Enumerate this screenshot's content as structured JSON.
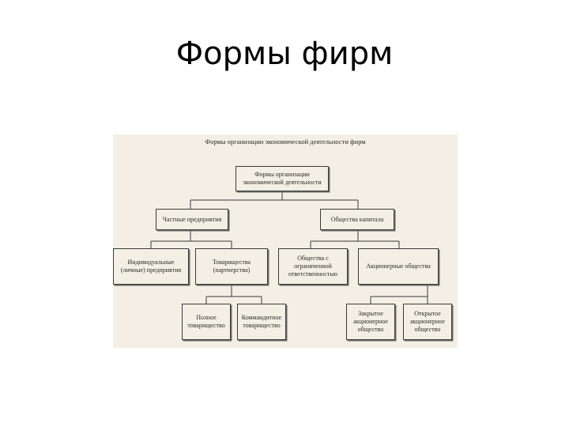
{
  "slide": {
    "title": "Формы фирм"
  },
  "diagram": {
    "caption": "Формы организации экономической деятельности фирм",
    "nodes": {
      "root": "Формы организации экономической деятельности",
      "private": "Частные предприятия",
      "companies": "Общества капитала",
      "individual": "Индивидуальные (личные) предприятия",
      "partnerships": "Товарищества (партнерства)",
      "llc": "Общества с ограниченной ответственностью",
      "joint_stock": "Акционерные общества",
      "full_partnership": "Полное товарищество",
      "limited_partnership": "Коммандитное товарищество",
      "closed_jsc": "Закрытое акционерное общество",
      "open_jsc": "Открытое акционерное общество"
    }
  }
}
